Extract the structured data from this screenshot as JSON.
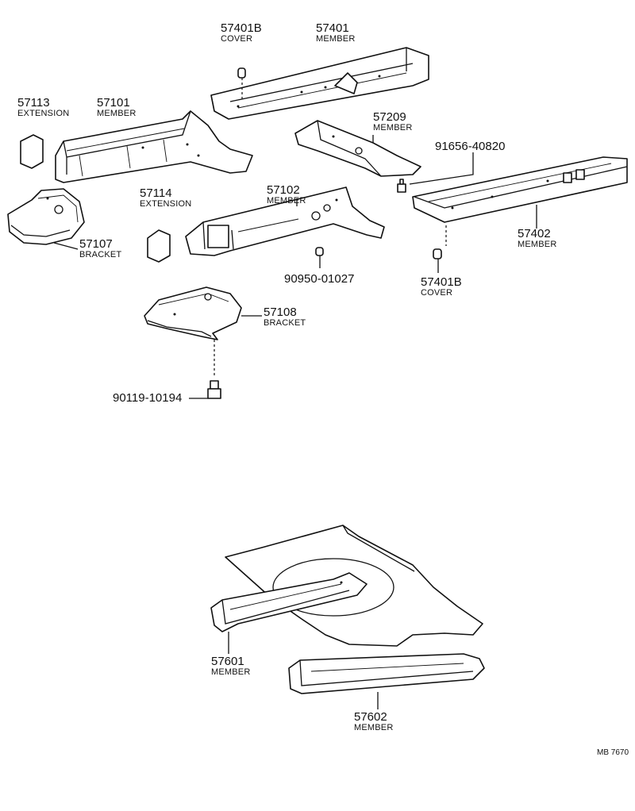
{
  "parts": [
    {
      "id": "57401B",
      "name": "COVER"
    },
    {
      "id": "57401",
      "name": "MEMBER"
    },
    {
      "id": "57113",
      "name": "EXTENSION"
    },
    {
      "id": "57101",
      "name": "MEMBER"
    },
    {
      "id": "57209",
      "name": "MEMBER"
    },
    {
      "id": "91656-40820",
      "name": ""
    },
    {
      "id": "57102",
      "name": "MEMBER"
    },
    {
      "id": "57114",
      "name": "EXTENSION"
    },
    {
      "id": "57107",
      "name": "BRACKET"
    },
    {
      "id": "57402",
      "name": "MEMBER"
    },
    {
      "id": "57401B",
      "name": "COVER"
    },
    {
      "id": "90950-01027",
      "name": ""
    },
    {
      "id": "57108",
      "name": "BRACKET"
    },
    {
      "id": "90119-10194",
      "name": ""
    },
    {
      "id": "57601",
      "name": "MEMBER"
    },
    {
      "id": "57602",
      "name": "MEMBER"
    }
  ],
  "diagram_code": "MB 7670"
}
